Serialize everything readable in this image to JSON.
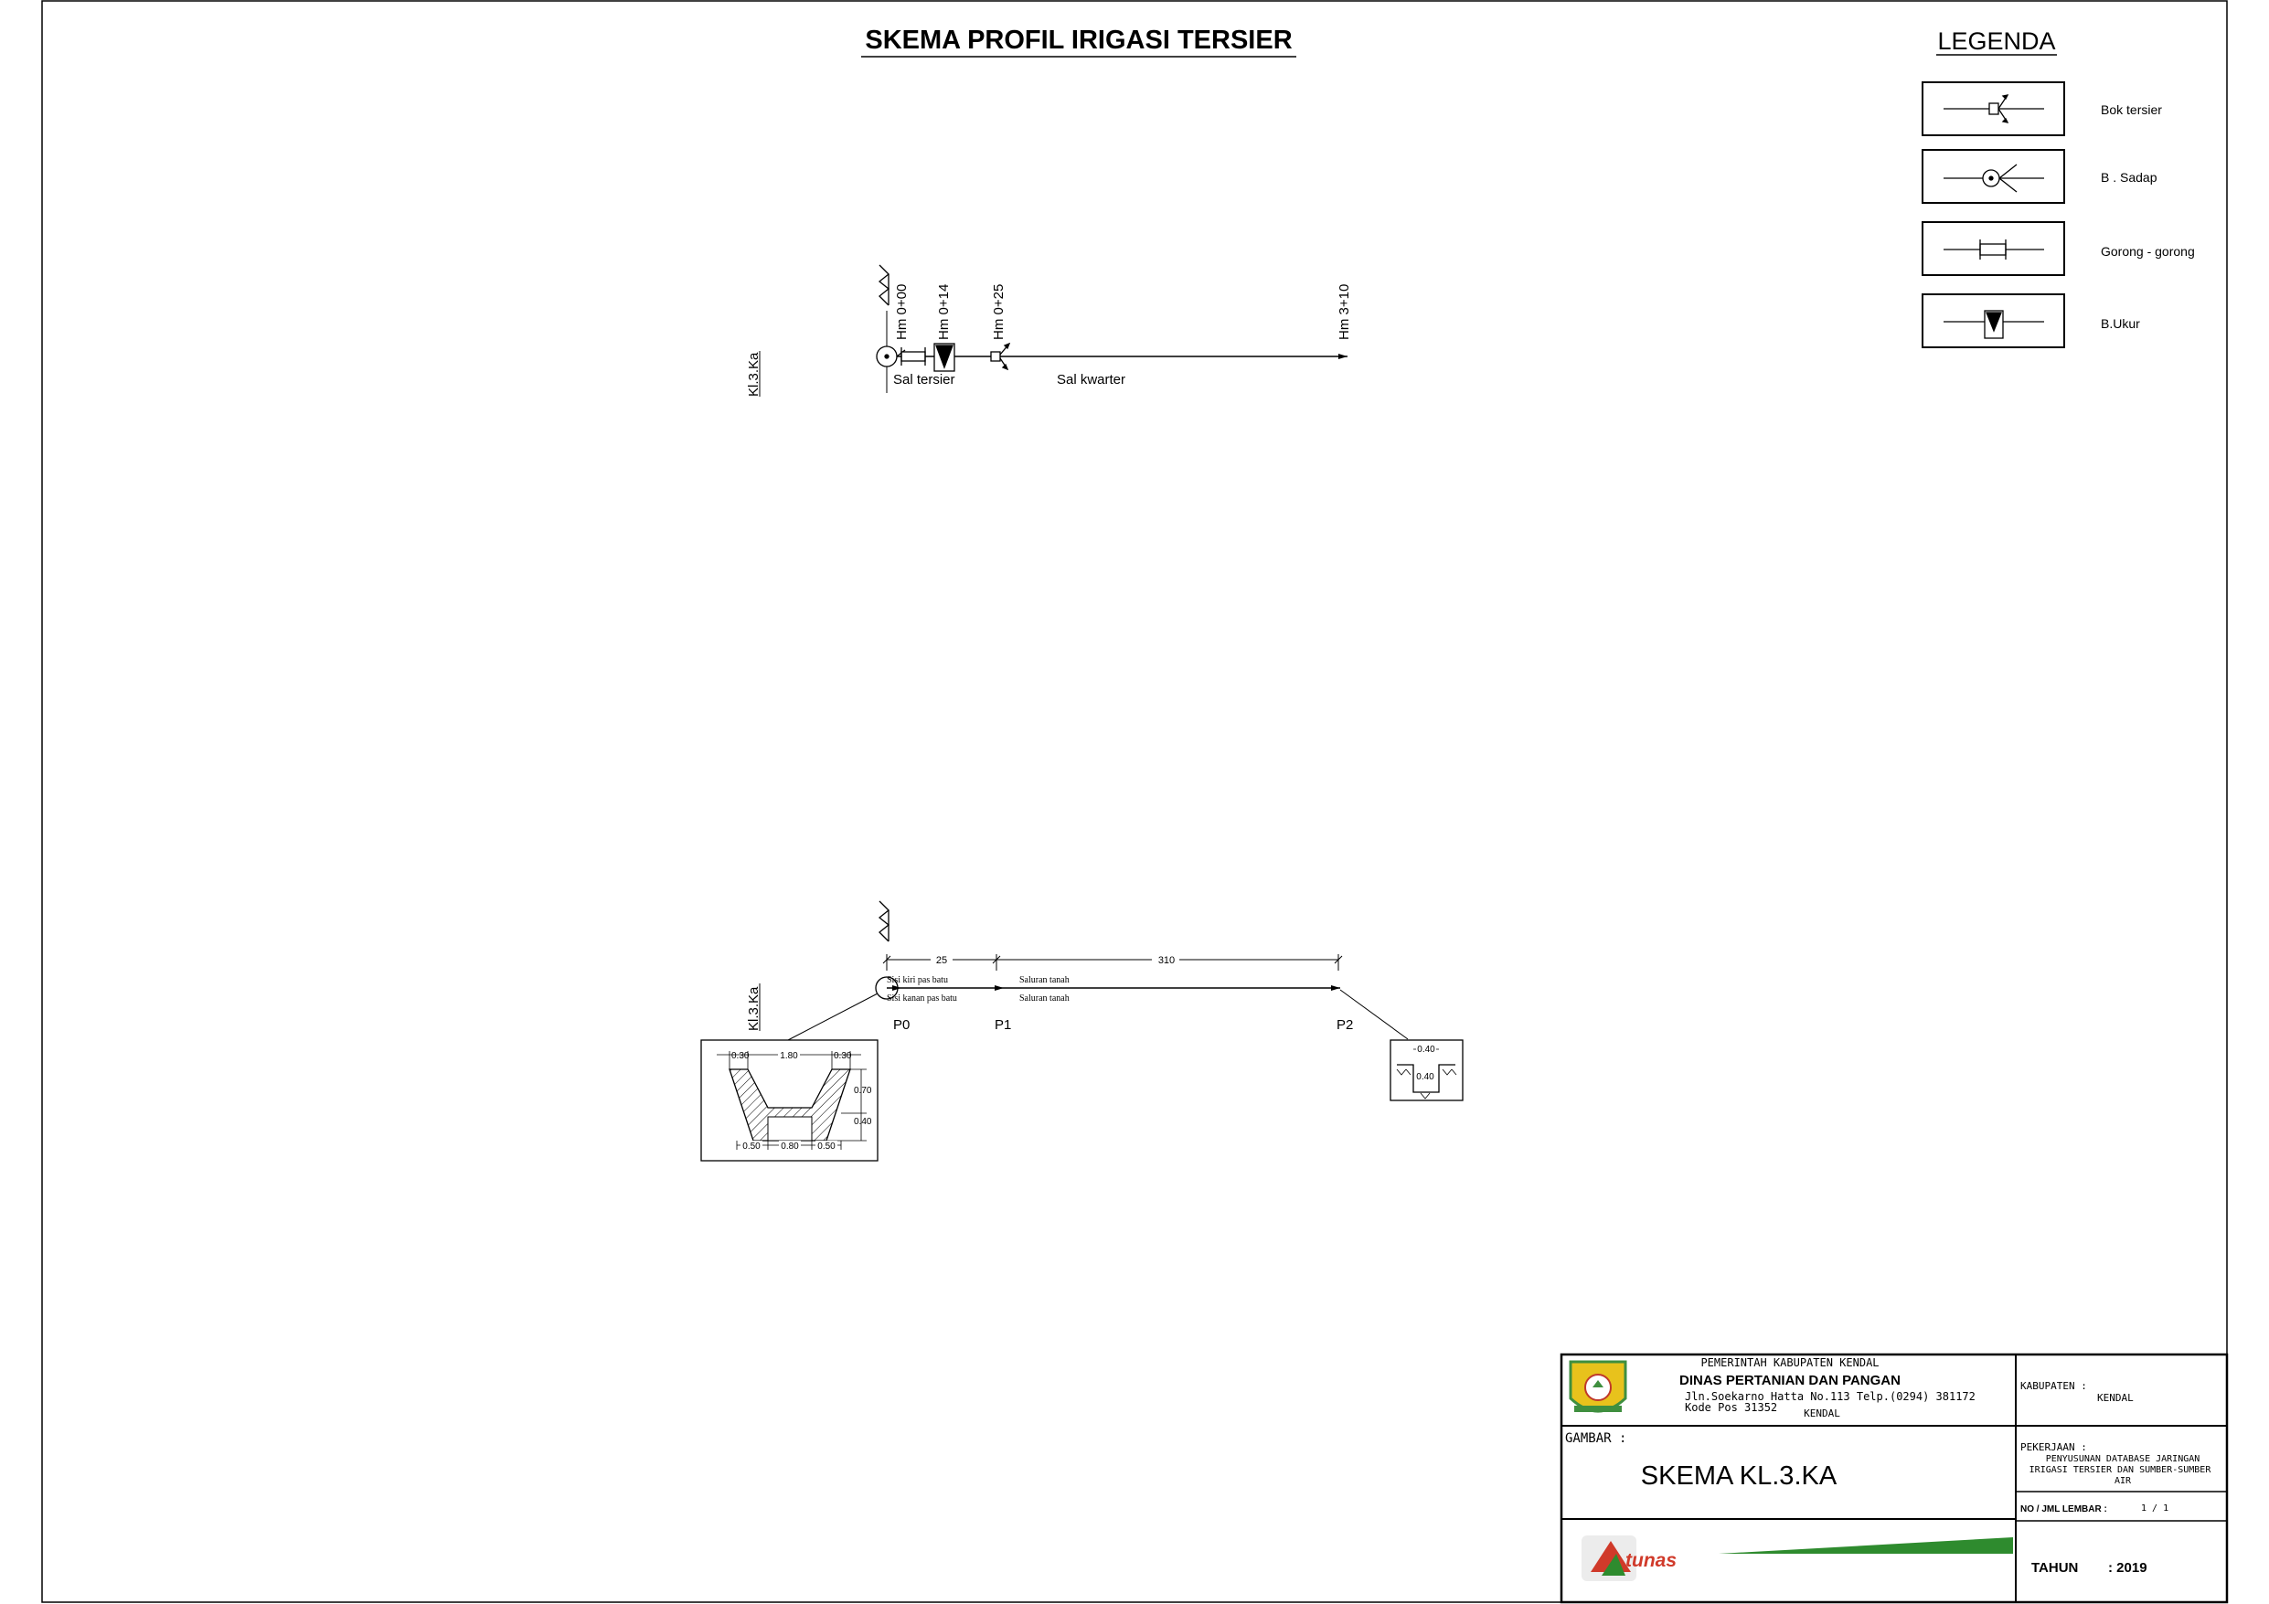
{
  "title": "SKEMA PROFIL IRIGASI TERSIER",
  "legend": {
    "heading": "LEGENDA",
    "items": [
      {
        "label": "Bok tersier",
        "icon": "bok-tersier-symbol"
      },
      {
        "label": "B . Sadap",
        "icon": "bangunan-sadap-symbol"
      },
      {
        "label": "Gorong - gorong",
        "icon": "gorong-gorong-symbol"
      },
      {
        "label": "B.Ukur",
        "icon": "bangunan-ukur-symbol"
      }
    ]
  },
  "scheme": {
    "canal_name": "Kl.3.Ka",
    "stations": [
      "Hm 0+00",
      "Hm 0+14",
      "Hm 0+25",
      "Hm 3+10"
    ],
    "segments": [
      "Sal tersier",
      "Sal kwarter"
    ]
  },
  "profile": {
    "canal_name": "Kl.3.Ka",
    "distances": [
      "25",
      "310"
    ],
    "lining_left": "Sisi kiri pas batu",
    "lining_right": "Sisi kanan pas batu",
    "soil_top": "Saluran tanah",
    "soil_bottom": "Saluran tanah",
    "points": [
      "P0",
      "P1",
      "P2"
    ],
    "section_a": {
      "top": [
        "0.30",
        "1.80",
        "0.30"
      ],
      "height": [
        "0.70",
        "0.40"
      ],
      "bottom": [
        "0.50",
        "0.80",
        "0.50"
      ]
    },
    "section_b": {
      "width": "0.40",
      "depth": "0.40"
    }
  },
  "titleblock": {
    "agency_line1": "PEMERINTAH KABUPATEN KENDAL",
    "agency_line2": "DINAS PERTANIAN DAN PANGAN",
    "address": "Jln.Soekarno Hatta No.113 Telp.(0294) 381172",
    "postcode": "Kode Pos 31352",
    "city": "KENDAL",
    "kabupaten_label": "KABUPATEN :",
    "kabupaten_value": "KENDAL",
    "gambar_label": "GAMBAR :",
    "drawing_name": "SKEMA KL.3.KA",
    "pekerjaan_label": "PEKERJAAN :",
    "pekerjaan_lines": [
      "PENYUSUNAN DATABASE JARINGAN",
      "IRIGASI TERSIER DAN SUMBER-SUMBER",
      "AIR"
    ],
    "sheet_label": "NO / JML LEMBAR :",
    "sheet_value": "1 / 1",
    "tahun_label": "TAHUN",
    "tahun_value": ": 2019",
    "consultant_logo_text": "tunas",
    "colors": {
      "consultant_green": "#2e8b2e",
      "consultant_red": "#d03a2a",
      "emblem_green": "#3f8f3f",
      "emblem_yellow": "#e8c21c"
    }
  }
}
